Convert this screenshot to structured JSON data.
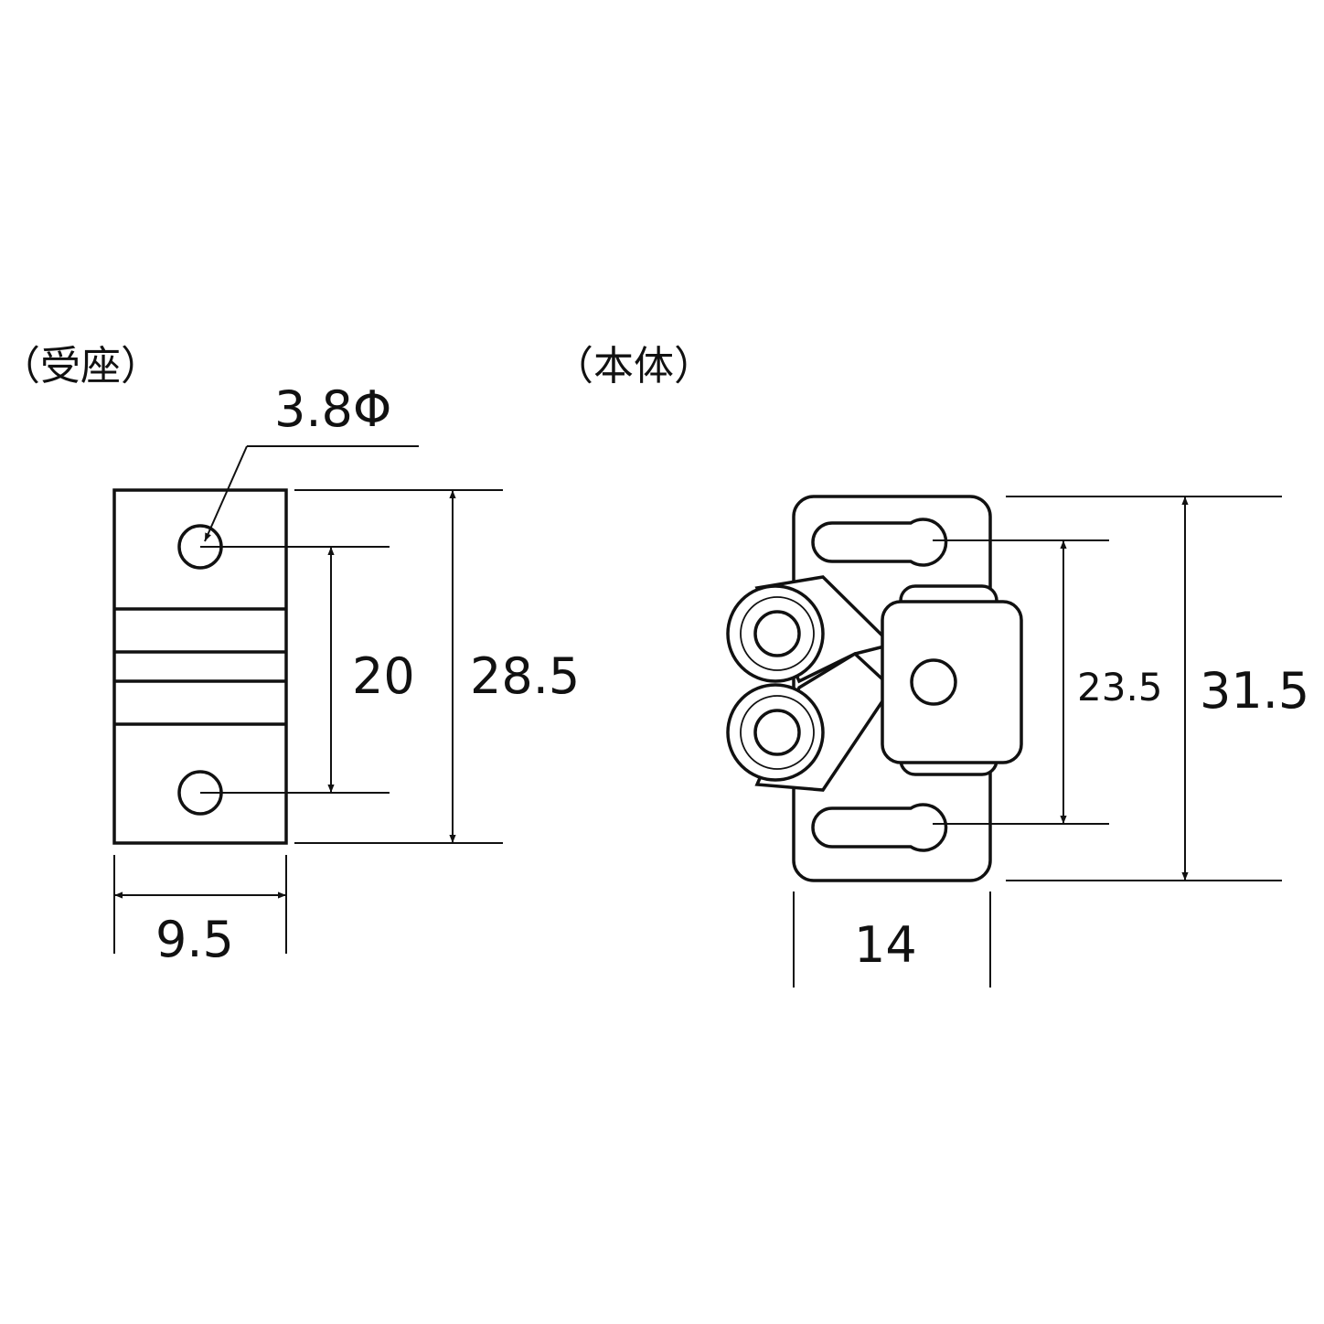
{
  "receiver": {
    "title": "（受座）",
    "hole_label": "3.8Φ",
    "dim_hole_pitch": "20",
    "dim_height": "28.5",
    "dim_width": "9.5"
  },
  "body": {
    "title": "（本体）",
    "dim_slot_pitch": "23.5",
    "dim_height": "31.5",
    "dim_width": "14"
  },
  "colors": {
    "line": "#111111",
    "background": "#ffffff"
  }
}
